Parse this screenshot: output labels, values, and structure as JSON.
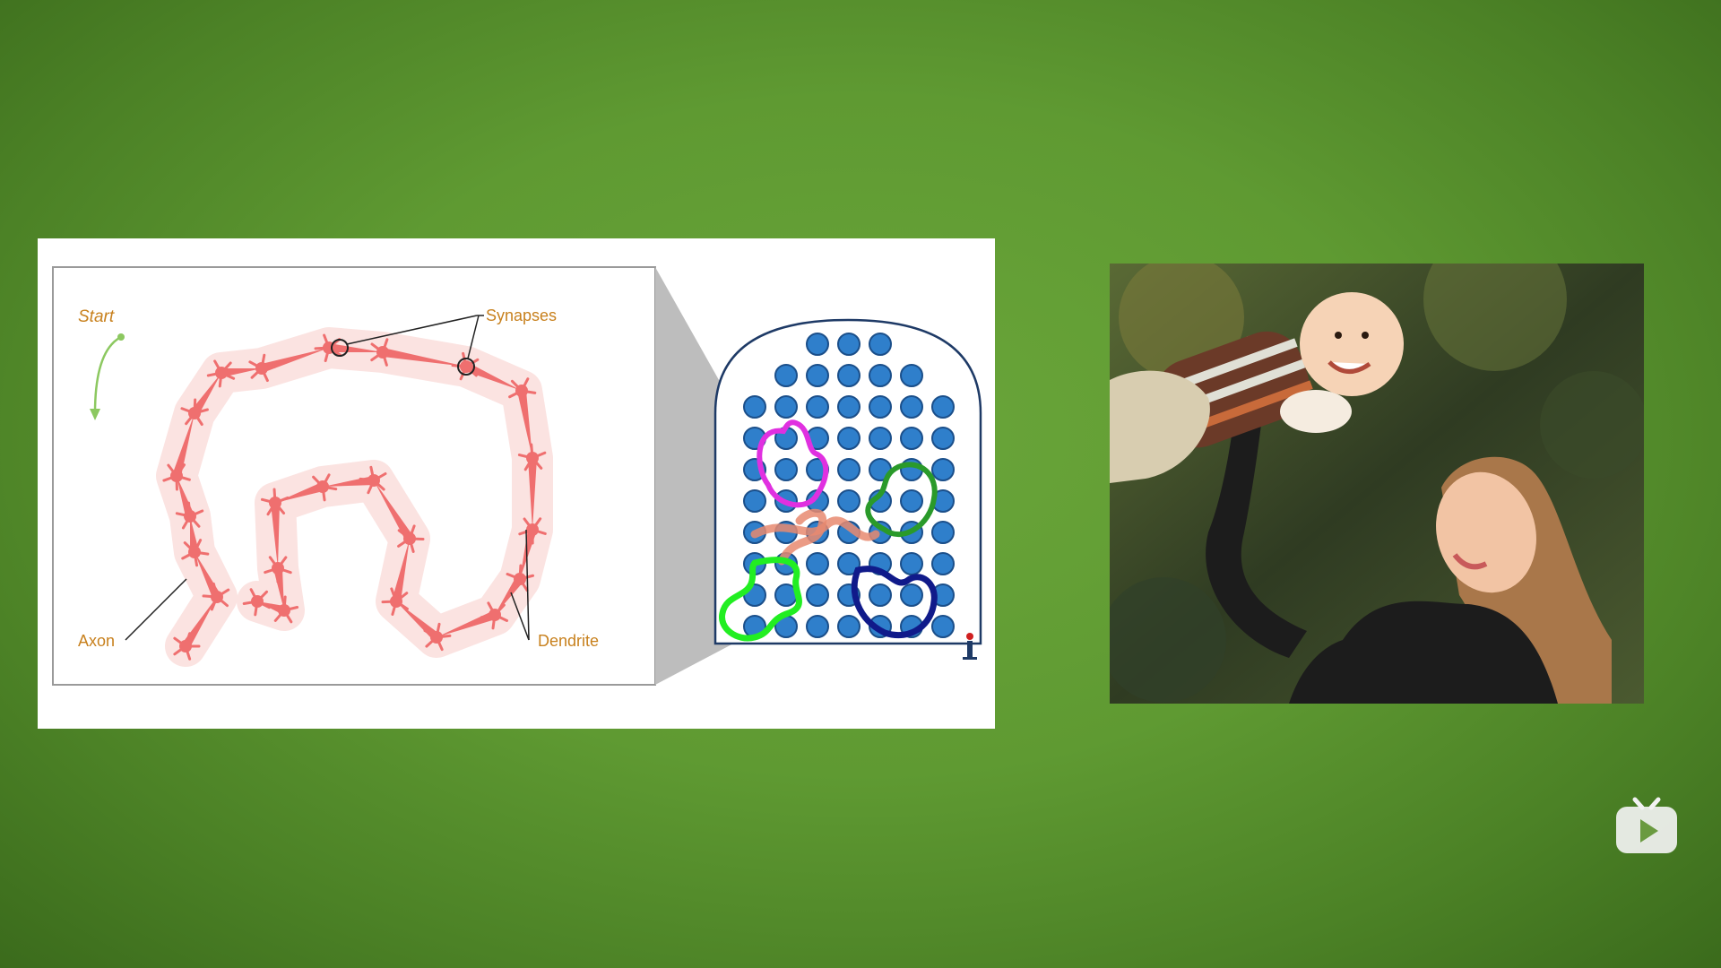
{
  "diagram": {
    "labels": {
      "start": "Start",
      "synapses": "Synapses",
      "axon": "Axon",
      "dendrite": "Dendrite"
    },
    "colors": {
      "neuron": "#ef6f6f",
      "label": "#c8811e",
      "arrow": "#8cc860",
      "dot": "#2f7fcb",
      "magenta": "#e030e0",
      "green_dark": "#2a9a2a",
      "green_light": "#22ee22",
      "navy": "#101a8a",
      "salmon": "#e88a70"
    }
  },
  "photo": {
    "subject": "woman-lifting-smiling-baby"
  },
  "player_logo_icon": "tv-play-icon"
}
